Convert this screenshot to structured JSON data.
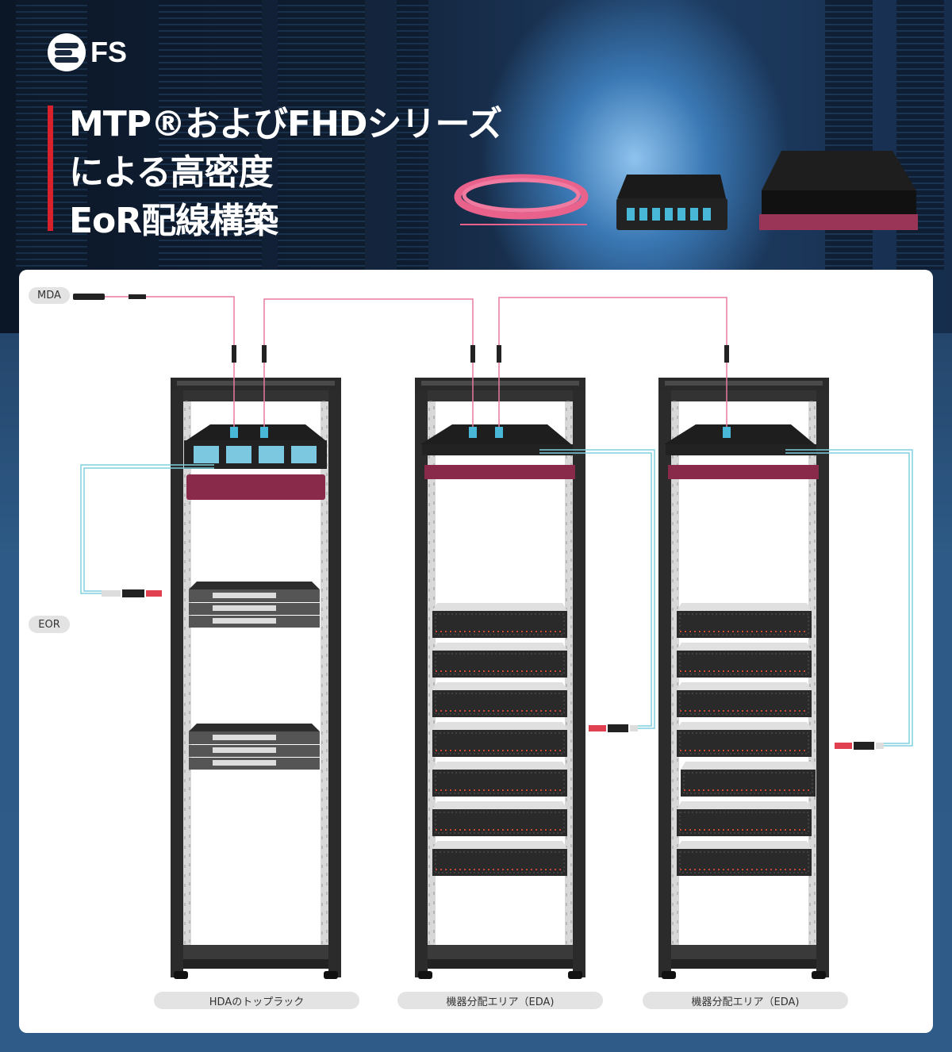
{
  "brand": {
    "logo_text": "FS"
  },
  "header": {
    "title_lines": [
      "MTP®およびFHDシリーズ",
      "による高密度",
      "EoR配線構築"
    ]
  },
  "labels": {
    "mda": "MDA",
    "eor": "EOR"
  },
  "racks": [
    {
      "label": "HDAのトップラック"
    },
    {
      "label": "機器分配エリア（EDA)"
    },
    {
      "label": "機器分配エリア（EDA)"
    }
  ],
  "colors": {
    "accent_red": "#d8212a",
    "trunk_cable": "#e87aa0",
    "patch_cable": "#7fd0e0",
    "enclosure": "#8a2a4a"
  }
}
